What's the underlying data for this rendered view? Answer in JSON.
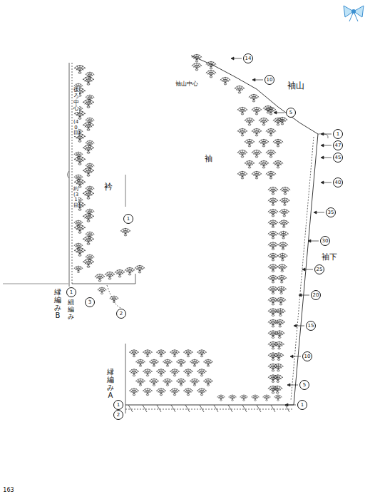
{
  "diagram": {
    "labels": [
      "後ろ中心",
      "(40目)",
      "約(31目)",
      "衿",
      "1",
      "縁編みB",
      "1",
      "細編み",
      "3",
      "2",
      "袖山中心",
      "14",
      "10",
      "袖山",
      "5",
      "1",
      "袖",
      "47",
      "45",
      "40",
      "35",
      "30",
      "袖下",
      "25",
      "20",
      "15",
      "10",
      "5",
      "1",
      "縁編みA",
      "1",
      "2",
      "163"
    ]
  }
}
